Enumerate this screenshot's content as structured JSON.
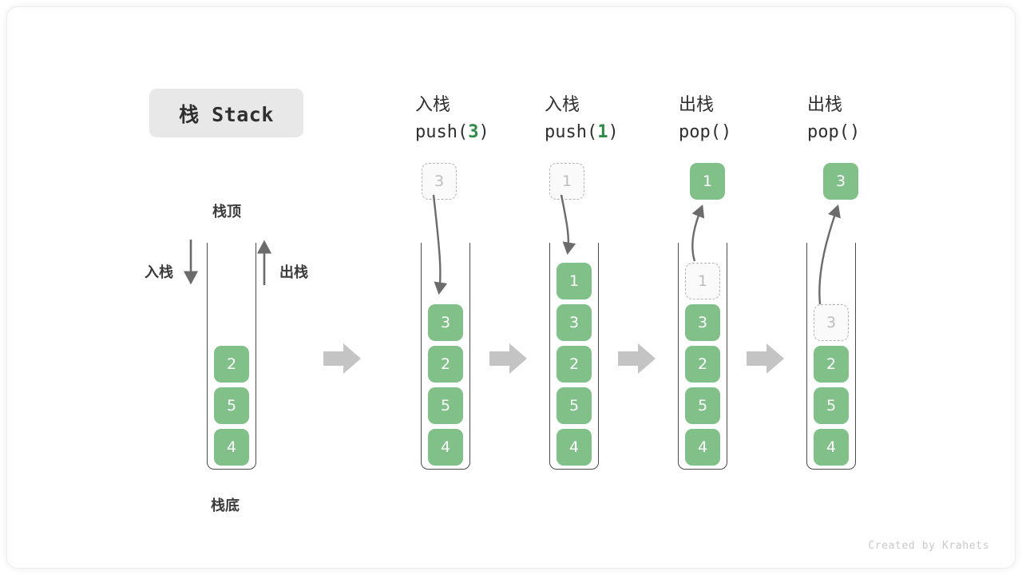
{
  "title": {
    "badge": "栈 Stack"
  },
  "labels": {
    "top": "栈顶",
    "bottom": "栈底",
    "push": "入栈",
    "pop": "出栈"
  },
  "footer": "Created by Krahets",
  "colors": {
    "element_green": "#82c08a",
    "accent_green_text": "#2e8b47",
    "ghost_border": "#b5b5b5",
    "ghost_text": "#bdbdbd",
    "arrow_gray": "#6b6b6b",
    "step_arrow_gray": "#c4c4c4",
    "badge_bg": "#e8e8e8",
    "stack_border": "#4a4a4a"
  },
  "chart_data": {
    "type": "diagram",
    "title": "栈 Stack",
    "stages": [
      {
        "id": "initial",
        "header_line1": "",
        "header_line2": "",
        "operation": null,
        "argument": null,
        "elements": [
          "2",
          "5",
          "4"
        ],
        "ghost_in_stack": null,
        "float_box": null,
        "float_box_style": null
      },
      {
        "id": "push-3",
        "header_line1": "入栈",
        "header_line2": "push(3)",
        "operation": "push",
        "argument": "3",
        "elements": [
          "3",
          "2",
          "5",
          "4"
        ],
        "ghost_in_stack": null,
        "float_box": "3",
        "float_box_style": "ghost"
      },
      {
        "id": "push-1",
        "header_line1": "入栈",
        "header_line2": "push(1)",
        "operation": "push",
        "argument": "1",
        "elements": [
          "1",
          "3",
          "2",
          "5",
          "4"
        ],
        "ghost_in_stack": null,
        "float_box": "1",
        "float_box_style": "ghost"
      },
      {
        "id": "pop-1",
        "header_line1": "出栈",
        "header_line2": "pop()",
        "operation": "pop",
        "argument": "",
        "elements": [
          "3",
          "2",
          "5",
          "4"
        ],
        "ghost_in_stack": "1",
        "float_box": "1",
        "float_box_style": "solid"
      },
      {
        "id": "pop-2",
        "header_line1": "出栈",
        "header_line2": "pop()",
        "operation": "pop",
        "argument": "",
        "elements": [
          "2",
          "5",
          "4"
        ],
        "ghost_in_stack": "3",
        "float_box": "3",
        "float_box_style": "solid"
      }
    ],
    "step_arrow_count": 4,
    "annotations": [
      "栈顶",
      "栈底",
      "入栈",
      "出栈"
    ]
  },
  "cells": {
    "s0": [
      "2",
      "5",
      "4"
    ],
    "s1": [
      "3",
      "2",
      "5",
      "4"
    ],
    "s2": [
      "1",
      "3",
      "2",
      "5",
      "4"
    ],
    "s3": [
      "3",
      "2",
      "5",
      "4"
    ],
    "s4": [
      "2",
      "5",
      "4"
    ],
    "ghost3": "1",
    "ghost4": "3",
    "float1": "3",
    "float2": "1",
    "float3": "1",
    "float4": "3"
  },
  "headers": {
    "h1a": "入栈",
    "h1b_pre": "push(",
    "h1b_num": "3",
    "h1b_post": ")",
    "h2a": "入栈",
    "h2b_pre": "push(",
    "h2b_num": "1",
    "h2b_post": ")",
    "h3a": "出栈",
    "h3b_pre": "pop(",
    "h3b_num": "",
    "h3b_post": ")",
    "h4a": "出栈",
    "h4b_pre": "pop(",
    "h4b_num": "",
    "h4b_post": ")"
  }
}
